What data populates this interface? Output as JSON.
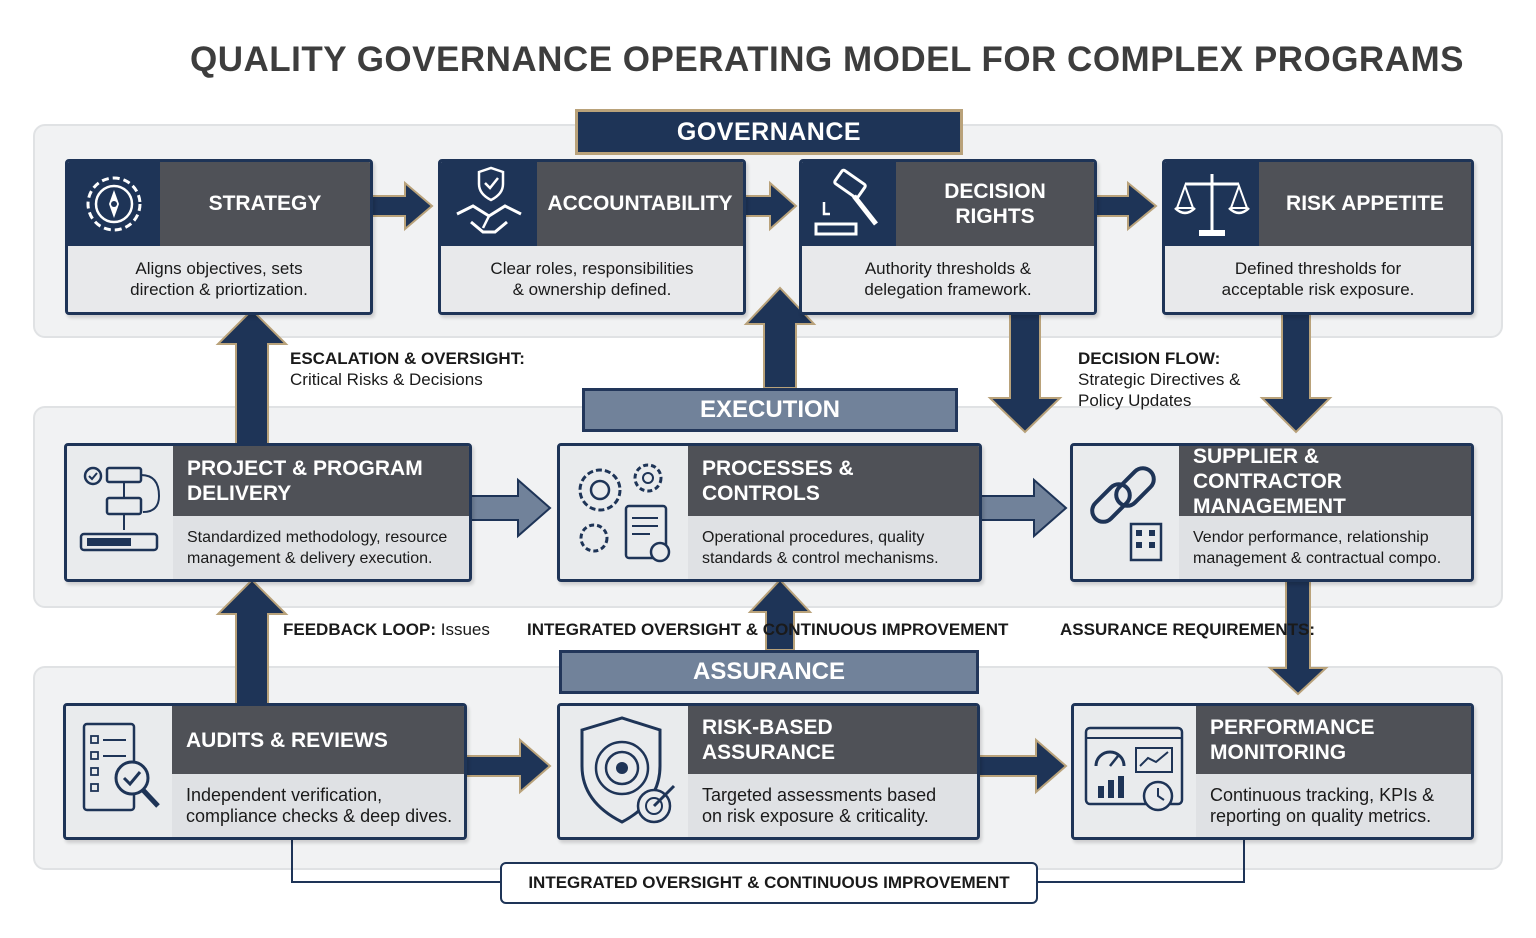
{
  "title": "QUALITY GOVERNANCE OPERATING MODEL FOR COMPLEX PROGRAMS",
  "tiers": {
    "governance": "GOVERNANCE",
    "execution": "EXECUTION",
    "assurance": "ASSURANCE"
  },
  "governance_cards": [
    {
      "title": "STRATEGY",
      "desc_l1": "Aligns objectives, sets",
      "desc_l2": "direction & priortization.",
      "icon": "compass-gear-icon"
    },
    {
      "title": "ACCOUNTABILITY",
      "desc_l1": "Clear roles, responsibilities",
      "desc_l2": "& ownership defined.",
      "icon": "handshake-shield-icon"
    },
    {
      "title_l1": "DECISION",
      "title_l2": "RIGHTS",
      "desc_l1": "Authority thresholds &",
      "desc_l2": "delegation framework.",
      "icon": "gavel-icon"
    },
    {
      "title": "RISK APPETITE",
      "desc_l1": "Defined thresholds for",
      "desc_l2": "acceptable risk exposure.",
      "icon": "scales-icon"
    }
  ],
  "execution_cards": [
    {
      "title_l1": "PROJECT & PROGRAM",
      "title_l2": "DELIVERY",
      "desc_l1": "Standardized methodology, resource",
      "desc_l2": "management & delivery execution.",
      "icon": "workflow-icon"
    },
    {
      "title_l1": "PROCESSES &",
      "title_l2": "CONTROLS",
      "desc_l1": "Operational procedures, quality",
      "desc_l2": "standards & control mechanisms.",
      "icon": "gears-document-icon"
    },
    {
      "title_l1": "SUPPLIER & CONTRACTOR",
      "title_l2": "MANAGEMENT",
      "desc_l1": "Vendor performance, relationship",
      "desc_l2": "management & contractual compo.",
      "icon": "chain-building-icon"
    }
  ],
  "assurance_cards": [
    {
      "title": "AUDITS & REVIEWS",
      "desc_l1": "Independent verification,",
      "desc_l2": "compliance checks & deep dives.",
      "icon": "checklist-magnifier-icon"
    },
    {
      "title_l1": "RISK-BASED",
      "title_l2": "ASSURANCE",
      "desc_l1": "Targeted assessments based",
      "desc_l2": "on risk exposure & criticality.",
      "icon": "shield-target-icon"
    },
    {
      "title_l1": "PERFORMANCE",
      "title_l2": "MONITORING",
      "desc_l1": "Continuous tracking, KPIs &",
      "desc_l2": "reporting on quality metrics.",
      "icon": "dashboard-icon"
    }
  ],
  "labels": {
    "escalation_bold": "ESCALATION & OVERSIGHT:",
    "escalation_text": "Critical Risks & Decisions",
    "decision_bold": "DECISION FLOW:",
    "decision_l1": "Strategic Directives &",
    "decision_l2": "Policy Updates",
    "feedback_bold": "FEEDBACK LOOP:",
    "feedback_text": " Issues",
    "integrated_mid": "INTEGRATED OVERSIGHT & CONTINUOUS IMPROVEMENT",
    "assurance_req": "ASSURANCE REQUIREMENTS:",
    "integrated_bottom": "INTEGRATED OVERSIGHT & CONTINUOUS IMPROVEMENT"
  },
  "colors": {
    "navy": "#1e3457",
    "gold": "#b9a27a",
    "header_gray": "#4f5157",
    "tier_gray": "#71829a"
  }
}
